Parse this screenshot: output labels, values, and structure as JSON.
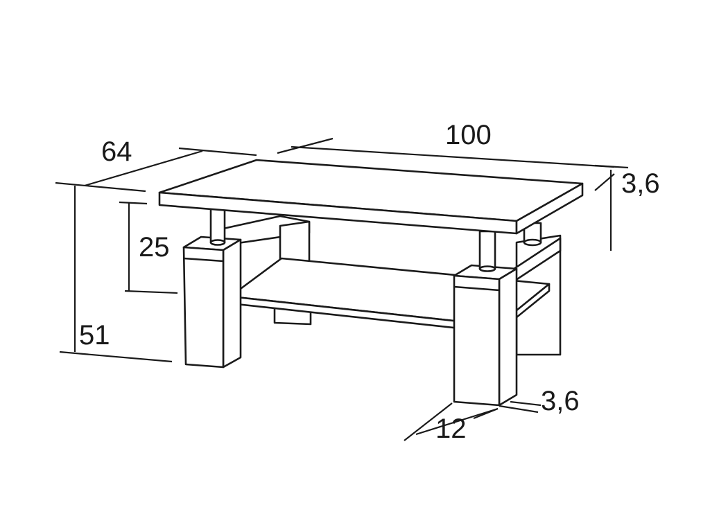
{
  "diagram": {
    "subject": "coffee table with lower shelf",
    "dimensions": {
      "width": "100",
      "depth": "64",
      "top_thickness": "3,6",
      "height": "51",
      "shelf_clearance": "25",
      "leg_width": "12",
      "leg_thickness": "3,6"
    }
  },
  "colors": {
    "line": "#1a1a1a",
    "background": "#ffffff"
  }
}
